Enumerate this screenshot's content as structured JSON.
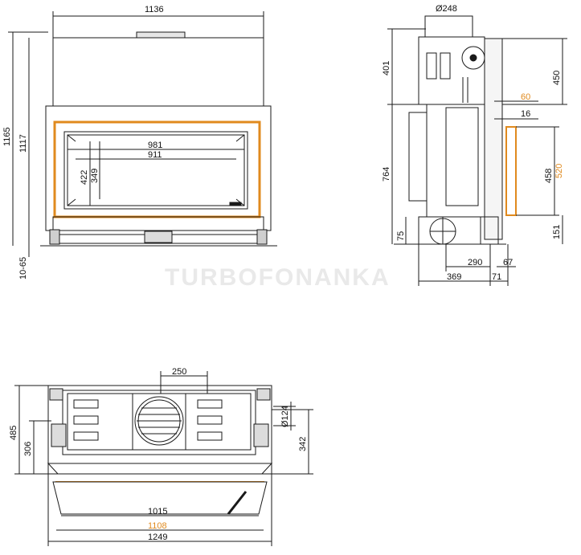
{
  "colors": {
    "line": "#1a1a1a",
    "highlight": "#e08a1e",
    "fill": "#f2f2f2",
    "watermark": "#e9e9e9"
  },
  "watermark": "TURBOFONANKA",
  "front_view": {
    "width_total": "1136",
    "height_total": "1165",
    "height_body": "1117",
    "height_feet": "10-65",
    "glass_width_outer": "981",
    "glass_width_inner": "911",
    "glass_height_outer": "422",
    "glass_height_inner": "349"
  },
  "side_view": {
    "flue_diameter": "Ø248",
    "top_height": "401",
    "body_height": "764",
    "base_height": "75",
    "upper_right": "450",
    "offset_orange": "60",
    "offset": "16",
    "door_height": "458",
    "door_height_orange": "520",
    "bottom_right": "151",
    "depth_a": "290",
    "depth_b": "67",
    "depth_c": "369",
    "depth_d": "71"
  },
  "top_view": {
    "flue_width": "250",
    "depth_total": "485",
    "depth_inner": "306",
    "inlet_diameter": "Ø124",
    "depth_right": "342",
    "width_a": "1015",
    "width_orange": "1108",
    "width_total": "1249"
  }
}
